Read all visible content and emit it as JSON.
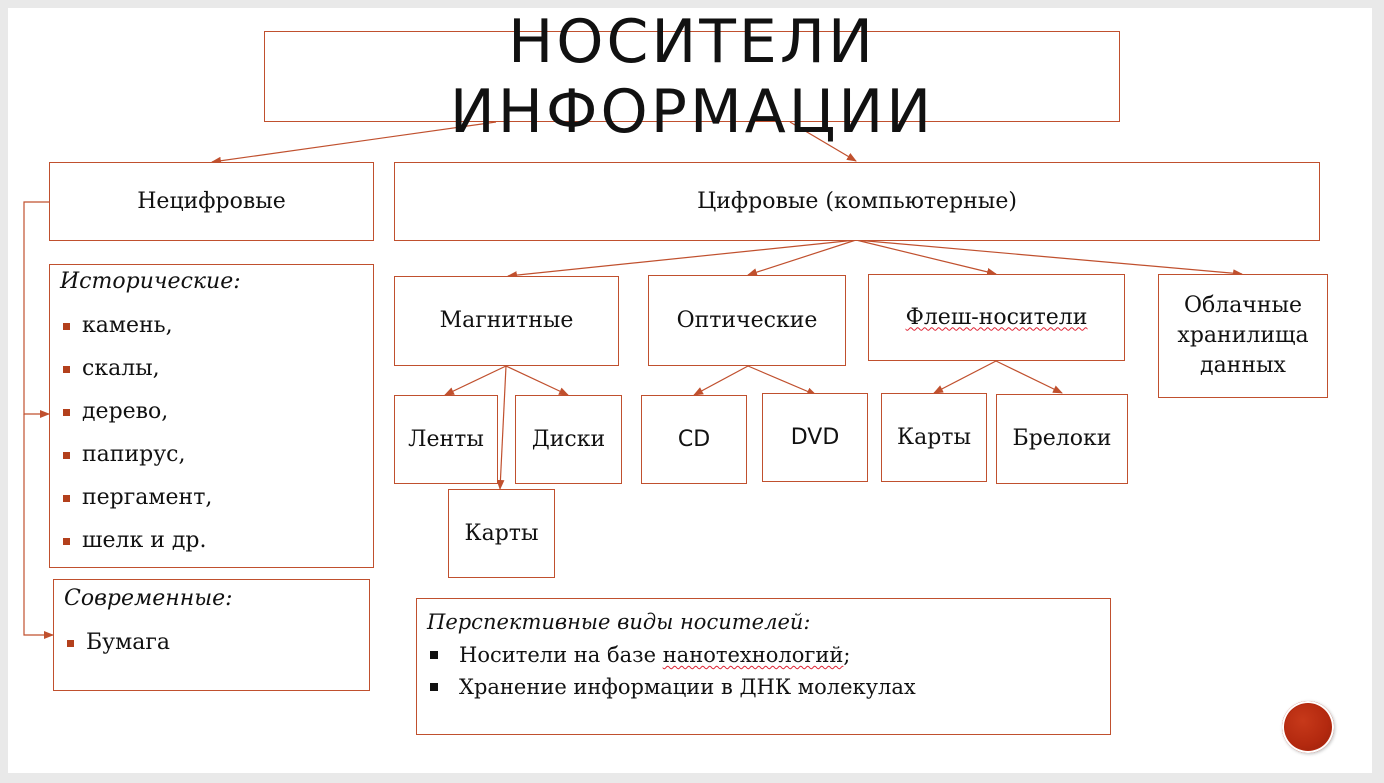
{
  "title": "НОСИТЕЛИ ИНФОРМАЦИИ",
  "nondigital": {
    "label": "Нецифровые",
    "historical": {
      "heading": "Исторические:",
      "items": [
        "камень,",
        "скалы,",
        "дерево,",
        "папирус,",
        "пергамент,",
        "шелк и др."
      ]
    },
    "modern": {
      "heading": "Современные:",
      "items": [
        "Бумага"
      ]
    }
  },
  "digital": {
    "label": "Цифровые (компьютерные)",
    "magnetic": {
      "label": "Магнитные",
      "children": [
        "Ленты",
        "Диски",
        "Карты"
      ]
    },
    "optical": {
      "label": "Оптические",
      "children": [
        "CD",
        "DVD"
      ]
    },
    "flash": {
      "label": "Флеш-носители",
      "children": [
        "Карты",
        "Брелоки"
      ]
    },
    "cloud": {
      "label": "Облачные хранилища данных"
    }
  },
  "perspective": {
    "heading": "Перспективные виды носителей:",
    "items": [
      {
        "pre": "Носители на базе ",
        "wavy": "нанотехнологий",
        "post": ";"
      },
      {
        "pre": "Хранение информации в ДНК молекулах",
        "wavy": "",
        "post": ""
      }
    ]
  },
  "colors": {
    "accent": "#c0502e",
    "bullet": "#b3401c"
  }
}
